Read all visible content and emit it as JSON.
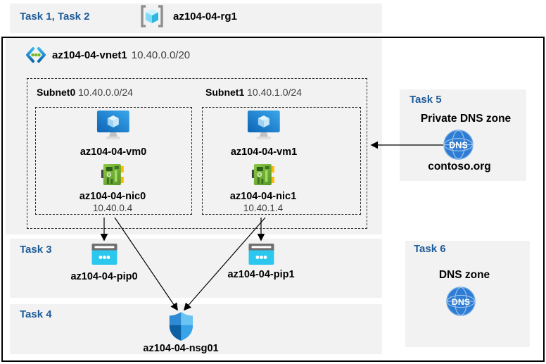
{
  "colors": {
    "task_label": "#1e5c99",
    "band_background": "#f2f2f2",
    "border": "#000000",
    "vm_icon_blue": "#1b7fd4",
    "nic_icon_green": "#76b82a",
    "pip_icon_cyan": "#2cc7ef",
    "nsg_shield_blue": "#2f8ad6",
    "dns_icon_blue": "#2e7cd4",
    "rg_cube_cyan": "#4cc6ee"
  },
  "header": {
    "task_label": "Task 1, Task 2",
    "resource_group": "az104-04-rg1"
  },
  "vnet": {
    "name": "az104-04-vnet1",
    "cidr": "10.40.0.0/20",
    "subnets": [
      {
        "name": "Subnet0",
        "cidr": "10.40.0.0/24",
        "vm": "az104-04-vm0",
        "nic": "az104-04-nic0",
        "nic_ip": "10.40.0.4"
      },
      {
        "name": "Subnet1",
        "cidr": "10.40.1.0/24",
        "vm": "az104-04-vm1",
        "nic": "az104-04-nic1",
        "nic_ip": "10.40.1.4"
      }
    ]
  },
  "task3": {
    "label": "Task 3",
    "pip0": "az104-04-pip0",
    "pip1": "az104-04-pip1"
  },
  "task4": {
    "label": "Task 4",
    "nsg": "az104-04-nsg01"
  },
  "task5": {
    "label": "Task 5",
    "title": "Private DNS zone",
    "zone": "contoso.org",
    "icon_text": "DNS"
  },
  "task6": {
    "label": "Task 6",
    "title": "DNS zone",
    "icon_text": "DNS"
  }
}
